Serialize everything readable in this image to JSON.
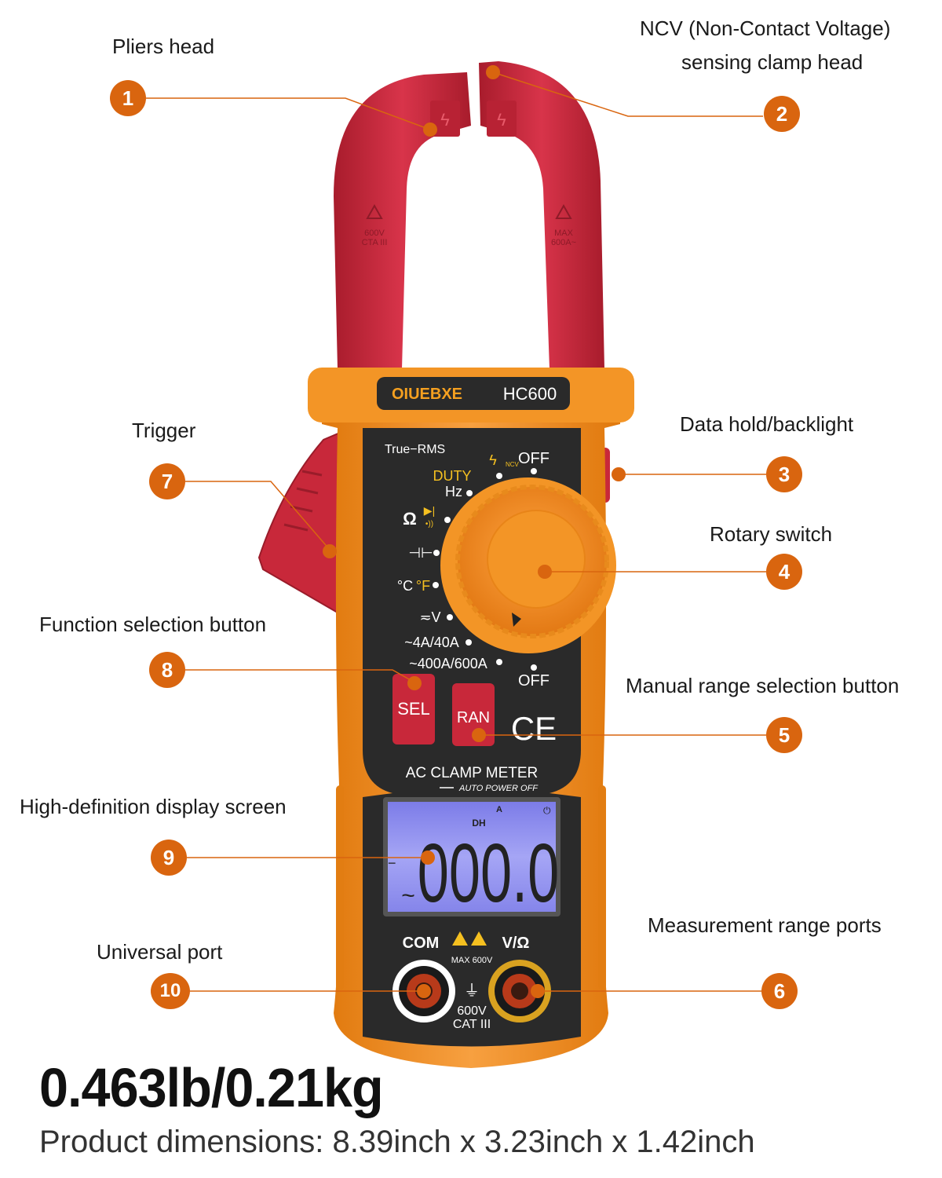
{
  "callouts": {
    "c1": {
      "number": "1",
      "label": "Pliers head"
    },
    "c2": {
      "number": "2",
      "label_line1": "NCV (Non-Contact Voltage)",
      "label_line2": "sensing clamp head"
    },
    "c3": {
      "number": "3",
      "label": "Data hold/backlight"
    },
    "c4": {
      "number": "4",
      "label": "Rotary switch"
    },
    "c5": {
      "number": "5",
      "label": "Manual range selection button"
    },
    "c6": {
      "number": "6",
      "label": "Measurement range ports"
    },
    "c7": {
      "number": "7",
      "label": "Trigger"
    },
    "c8": {
      "number": "8",
      "label": "Function selection button"
    },
    "c9": {
      "number": "9",
      "label": "High-definition display screen"
    },
    "c10": {
      "number": "10",
      "label": "Universal port"
    }
  },
  "device": {
    "brand": "OIUEBXE",
    "model": "HC600",
    "true_rms": "True−RMS",
    "dial": {
      "ncv": "NCV",
      "off_top": "OFF",
      "duty": "DUTY",
      "hz": "Hz",
      "ohm": "Ω",
      "cap": "⊣⊢",
      "temp_c": "°C",
      "temp_f": "°F",
      "volt": "≂V",
      "amp_low": "~4A/40A",
      "amp_high": "~400A/600A",
      "off_bottom": "OFF"
    },
    "sel_button": "SEL",
    "ran_button": "RAN",
    "ce_mark": "CE",
    "meter_title": "AC CLAMP METER",
    "auto_power": "AUTO POWER OFF",
    "jaw_left_mark_1": "600V",
    "jaw_left_mark_2": "CTA III",
    "jaw_right_mark_1": "MAX",
    "jaw_right_mark_2": "600A~",
    "lcd": {
      "dh": "DH",
      "unit": "A",
      "reading": "000.0",
      "ac_symbol": "~",
      "minus": "−"
    },
    "ports": {
      "com": "COM",
      "vohm": "V/Ω",
      "max": "MAX 600V",
      "rating_1": "600V",
      "rating_2": "CAT III"
    },
    "colors": {
      "body_orange": "#f08a1c",
      "jaw_red": "#c8283a",
      "face_black": "#2a2a2a",
      "lcd_blue": "#8f8ff0",
      "accent": "#d9650f"
    }
  },
  "specs": {
    "weight": "0.463lb/0.21kg",
    "dimensions": "Product dimensions: 8.39inch x 3.23inch x 1.42inch"
  }
}
